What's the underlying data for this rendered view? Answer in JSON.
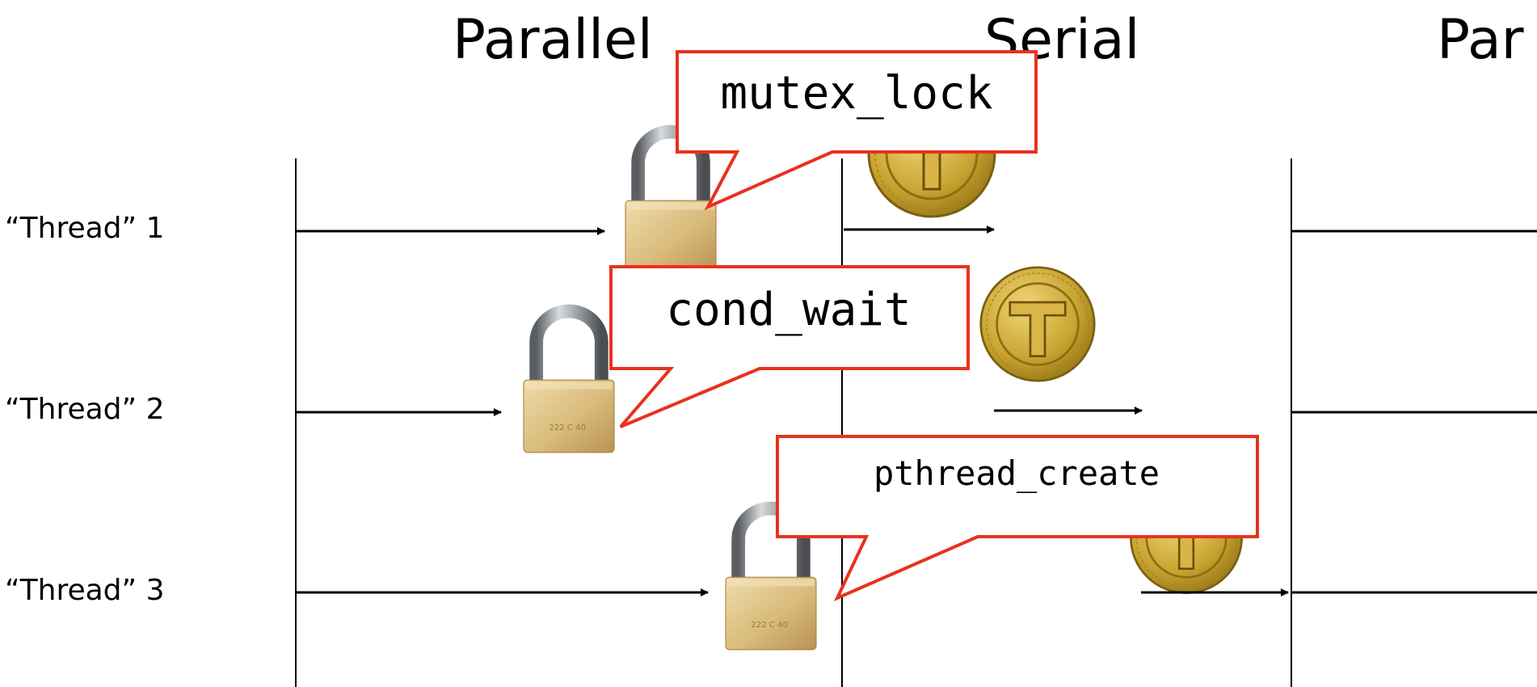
{
  "phases": {
    "left": "Parallel",
    "middle": "Serial",
    "right": "Par"
  },
  "threads": [
    "“Thread” 1",
    "“Thread” 2",
    "“Thread” 3"
  ],
  "callouts": {
    "lock": "mutex_lock",
    "wait": "cond_wait",
    "create": "pthread_create"
  },
  "lock_engraving": "222 C 40",
  "token_letter": "T",
  "colors": {
    "line": "#000000",
    "callout_border": "#e8321e",
    "brass_light": "#e7cf98",
    "brass_dark": "#b89254",
    "steel": "#8d9196",
    "coin_gold": "#c9a431",
    "coin_dark": "#8c6e12"
  },
  "icons": [
    "padlock-icon",
    "token-coin-icon",
    "arrow-icon"
  ]
}
